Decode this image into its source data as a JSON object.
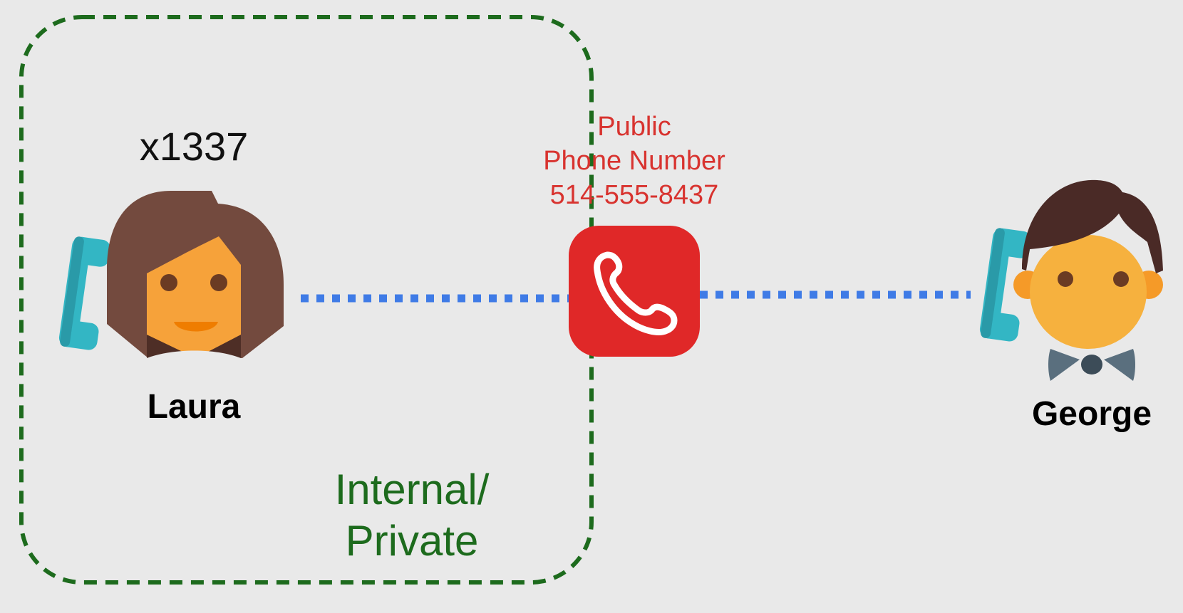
{
  "private_zone": {
    "label_line1": "Internal/",
    "label_line2": "Private"
  },
  "laura": {
    "extension": "x1337",
    "name": "Laura",
    "icon": "woman-avatar-icon"
  },
  "george": {
    "name": "George",
    "icon": "man-bowtie-avatar-icon"
  },
  "public_number": {
    "line1": "Public",
    "line2": "Phone Number",
    "line3": "514-555-8437",
    "icon": "phone-icon"
  },
  "colors": {
    "background": "#e9e9e9",
    "zone_border": "#1d6b1d",
    "link": "#3f7be6",
    "phone_tile": "#e02828",
    "public_text": "#d8332f",
    "handset": "#33b6c4"
  }
}
